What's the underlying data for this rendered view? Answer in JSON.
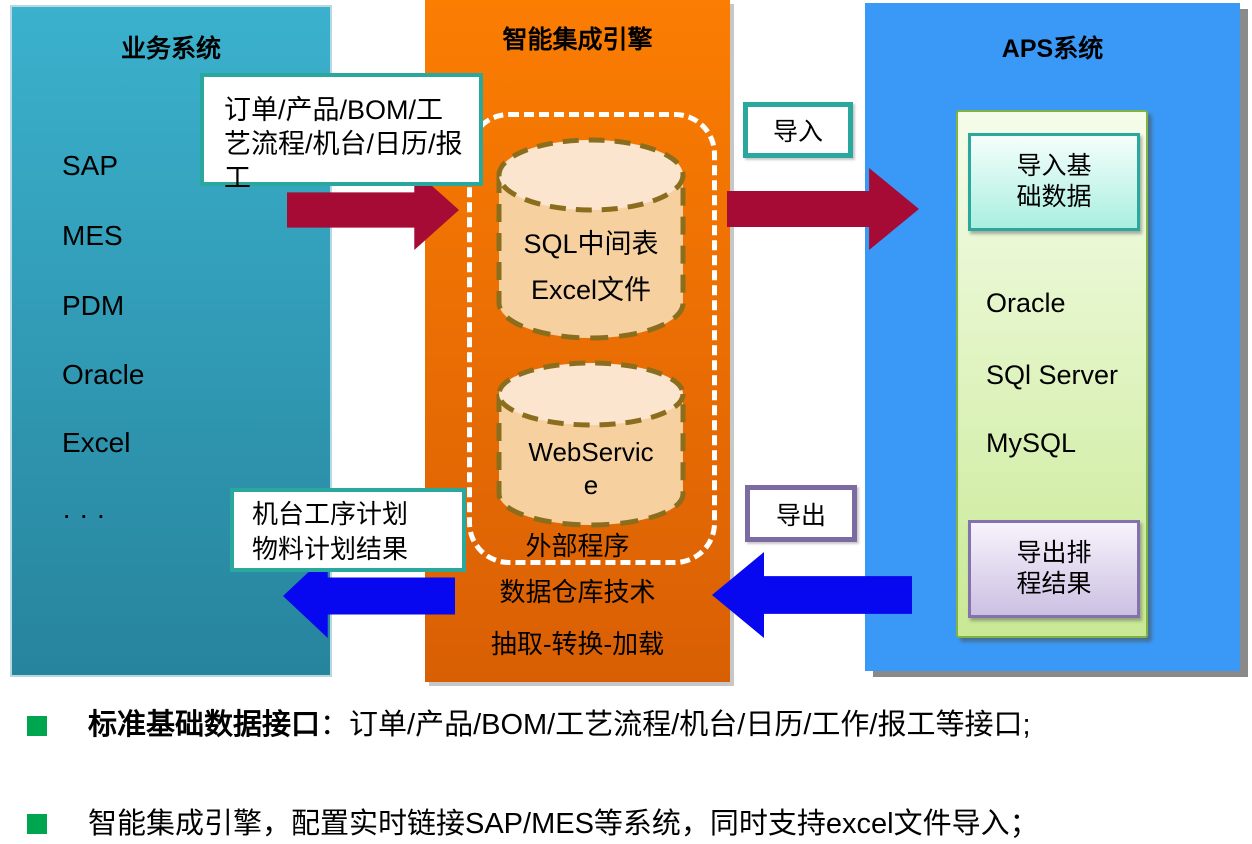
{
  "diagram": {
    "business": {
      "title": "业务系统",
      "items": [
        "SAP",
        "MES",
        "PDM",
        "Oracle",
        "Excel",
        "· · ·"
      ]
    },
    "engine": {
      "title": "智能集成引擎",
      "cylinder1": {
        "line1": "SQL中间表",
        "line2": "Excel文件"
      },
      "cylinder2": {
        "label": "WebService"
      },
      "notes": [
        "外部程序",
        "数据仓库技术",
        "抽取-转换-加载"
      ]
    },
    "aps": {
      "title": "APS系统",
      "import_box": "导入基础数据",
      "items": [
        "Oracle",
        "SQl Server",
        "MySQL"
      ],
      "export_box": "导出排程结果"
    },
    "labels": {
      "outbound": {
        "line1": "订单/产品/BOM/工",
        "line2": "艺流程/机台/日历/报",
        "line3": "工"
      },
      "inbound": {
        "line1": "机台工序计划",
        "line2": "物料计划结果"
      },
      "import": "导入",
      "export": "导出"
    }
  },
  "bullets": [
    {
      "bold": "标准基础数据接口",
      "rest": "：订单/产品/BOM/工艺流程/机台/日历/工作/报工等接口;"
    },
    {
      "bold": "",
      "rest": "智能集成引擎，配置实时链接SAP/MES等系统，同时支持excel文件导入；"
    }
  ],
  "colors": {
    "teal-top": "#3BB1CD",
    "teal-bottom": "#27849D",
    "teal-edge": "#B7D7E3",
    "orange-top": "#FB7D02",
    "orange-bottom": "#D95F04",
    "blue-panel": "#3A99F7",
    "panel-shadow": "#8A8A8A",
    "arrow-red": "#A60B35",
    "arrow-blue": "#0707F0",
    "label-border-teal": "#2BA89D",
    "label-border-purple": "#7C6BA3",
    "green-top": "#F5FDEA",
    "green-bottom": "#C9E995",
    "green-border": "#7FB342",
    "import-top": "#F5FEFB",
    "import-bottom": "#A9EFE0",
    "export-top": "#F7F3FC",
    "export-bottom": "#CCC0E2",
    "export-border": "#8372AB",
    "cyl-body": "#F7D0A0",
    "cyl-cap": "#FBE5CE",
    "cyl-stroke": "#8A6E1E",
    "bullet-green": "#00A550"
  }
}
